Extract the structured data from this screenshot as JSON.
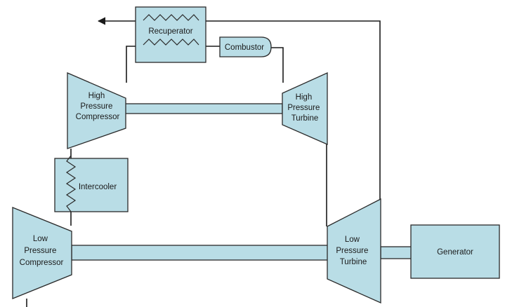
{
  "colors": {
    "component_fill": "#b9dde6",
    "outline": "#2a2a2a",
    "flow_line": "#1a1a1a"
  },
  "components": {
    "recuperator": "Recuperator",
    "combustor": "Combustor",
    "hp_compressor": [
      "High",
      "Pressure",
      "Compressor"
    ],
    "hp_turbine": [
      "High",
      "Pressure",
      "Turbine"
    ],
    "intercooler": "Intercooler",
    "lp_compressor": [
      "Low",
      "Pressure",
      "Compressor"
    ],
    "lp_turbine": [
      "Low",
      "Pressure",
      "Turbine"
    ],
    "generator": "Generator"
  }
}
